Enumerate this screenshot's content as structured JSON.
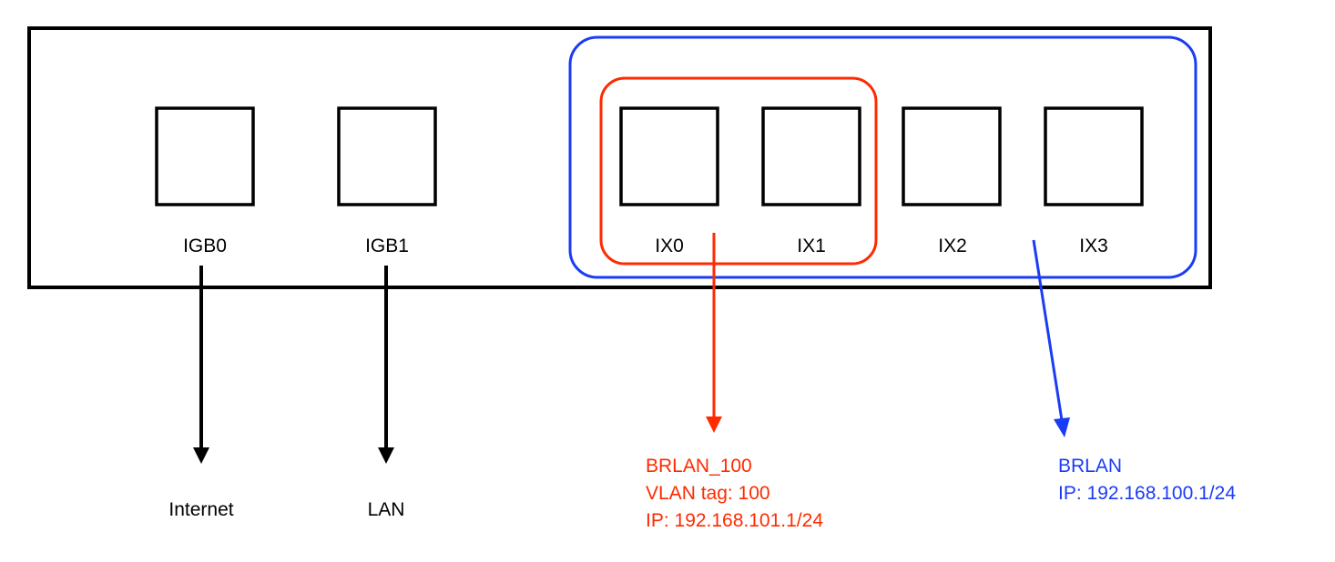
{
  "colors": {
    "outline": "#000000",
    "vlan_group": "#ff2a00",
    "bridge_group": "#1a3cf5"
  },
  "device": {
    "ports": [
      {
        "id": "igb0",
        "label": "IGB0"
      },
      {
        "id": "igb1",
        "label": "IGB1"
      },
      {
        "id": "ix0",
        "label": "IX0"
      },
      {
        "id": "ix1",
        "label": "IX1"
      },
      {
        "id": "ix2",
        "label": "IX2"
      },
      {
        "id": "ix3",
        "label": "IX3"
      }
    ]
  },
  "connections": {
    "igb0_target": "Internet",
    "igb1_target": "LAN"
  },
  "vlan_group": {
    "members": [
      "IX0",
      "IX1"
    ],
    "lines": [
      "BRLAN_100",
      "VLAN tag: 100",
      "IP: 192.168.101.1/24"
    ]
  },
  "bridge_group": {
    "members": [
      "IX0",
      "IX1",
      "IX2",
      "IX3"
    ],
    "lines": [
      "BRLAN",
      "IP: 192.168.100.1/24"
    ]
  }
}
